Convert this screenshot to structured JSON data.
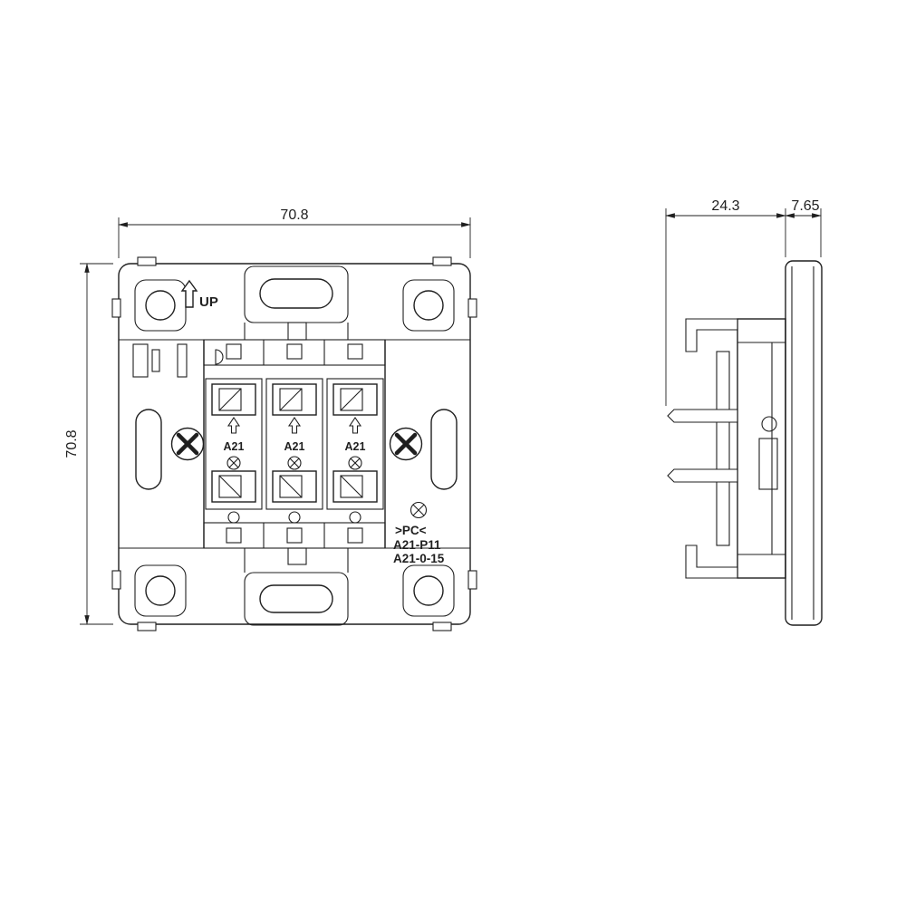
{
  "drawing": {
    "dimensions": {
      "width": "70.8",
      "height": "70.8",
      "body_depth": "24.3",
      "plate_depth": "7.65"
    },
    "markings": {
      "up_label": "UP",
      "module_labels": [
        "A21",
        "A21",
        "A21"
      ],
      "material_mark": ">PC<",
      "model_line1": "A21-P11",
      "model_line2": "A21-0-15"
    }
  }
}
